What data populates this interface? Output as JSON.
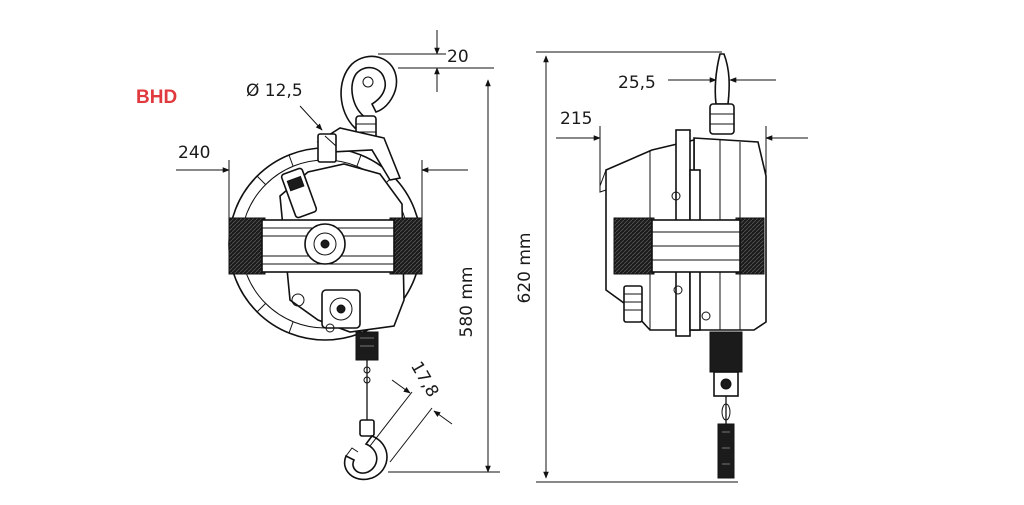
{
  "model_label": "BHD",
  "colors": {
    "label": "#e03a3e",
    "line": "#111111"
  },
  "dimensions": {
    "front_hook_clearance": "20",
    "front_hook_diameter": "Ø 12,5",
    "front_side_width": "240",
    "front_height": "580 mm",
    "front_bottom_hook": "17,8",
    "side_cable_offset": "25,5",
    "side_width": "215",
    "side_height": "620 mm"
  }
}
